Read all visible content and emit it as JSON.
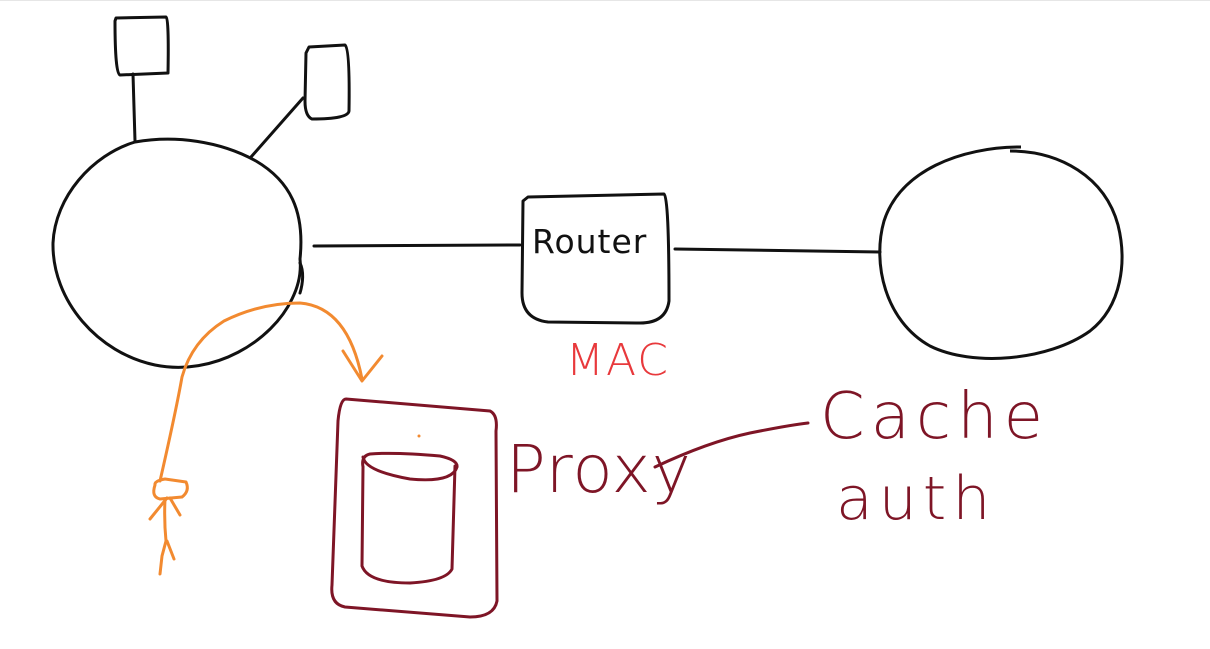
{
  "diagram": {
    "router_label": "Router",
    "mac_label": "MAC",
    "proxy_label": "Proxy",
    "cache_label": "Cache",
    "auth_label": "auth"
  },
  "colors": {
    "ink": "#111111",
    "orange": "#f28a30",
    "red": "#e8393c",
    "maroon": "#7e1526",
    "background": "#ffffff"
  },
  "icons": {
    "user": "stick-figure-icon",
    "database": "cylinder-icon",
    "host": "device-box-icon"
  }
}
